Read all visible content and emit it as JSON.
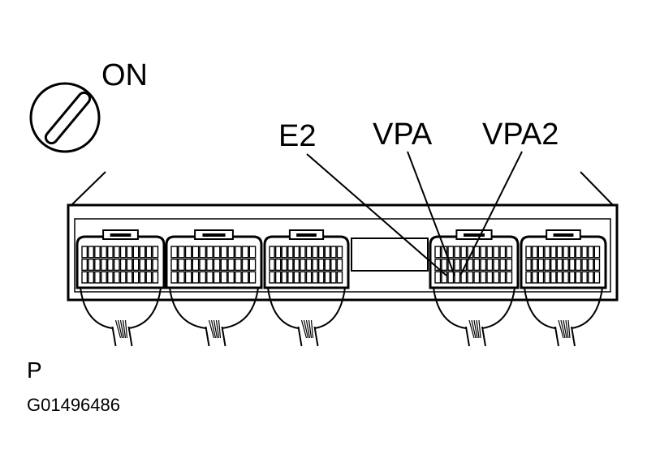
{
  "labels": {
    "ignition_state": "ON",
    "pin_e2": "E2",
    "pin_vpa": "VPA",
    "pin_vpa2": "VPA2",
    "position": "P",
    "figure_code": "G01496486"
  },
  "icons": {
    "ignition": "ignition-switch-icon"
  },
  "colors": {
    "line": "#000000",
    "background": "#ffffff"
  }
}
